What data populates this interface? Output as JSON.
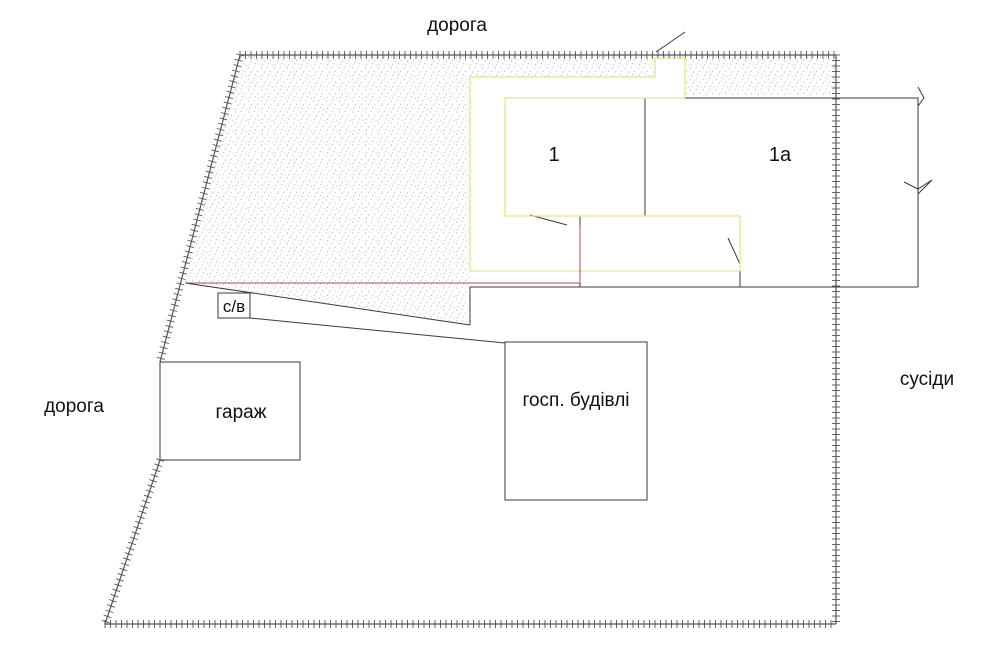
{
  "labels": {
    "road_top": "дорога",
    "road_left": "дорога",
    "neighbors": "сусіди",
    "building_1": "1",
    "building_1a": "1а",
    "toilet": "с/в",
    "garage": "гараж",
    "outbuildings": "госп. будівлі"
  },
  "colors": {
    "line": "#3a3a3a",
    "fence": "#555555",
    "yellow_outline": "#e6e68a",
    "red_line": "#a05050",
    "stipple": "#9a9a9a"
  }
}
